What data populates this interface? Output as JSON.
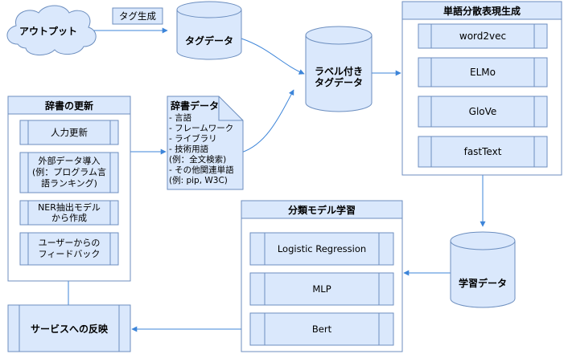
{
  "nodes": {
    "output": "アウトプット",
    "tag_gen": "タグ生成",
    "tag_data": "タグデータ",
    "labeled_tag_data": [
      "ラベル付き",
      "タグデータ"
    ],
    "dict_update": {
      "title": "辞書の更新",
      "items": [
        [
          "人力更新"
        ],
        [
          "外部データ導入",
          "(例：プログラム言",
          "語ランキング)"
        ],
        [
          "NER抽出モデル",
          "から作成"
        ],
        [
          "ユーザーからの",
          "フィードバック"
        ]
      ]
    },
    "dict_data": {
      "title": "辞書データ",
      "lines": [
        "- 言語",
        "- フレームワーク",
        "- ライブラリ",
        "- 技術用語",
        "(例：全文検索)",
        "- その他関連単語",
        "(例: pip, W3C)"
      ]
    },
    "word_repr": {
      "title": "単語分散表現生成",
      "items": [
        "word2vec",
        "ELMo",
        "GloVe",
        "fastText"
      ]
    },
    "training_data": "学習データ",
    "classifier": {
      "title": "分類モデル学習",
      "items": [
        "Logistic Regression",
        "MLP",
        "Bert"
      ]
    },
    "service": "サービスへの反映"
  }
}
